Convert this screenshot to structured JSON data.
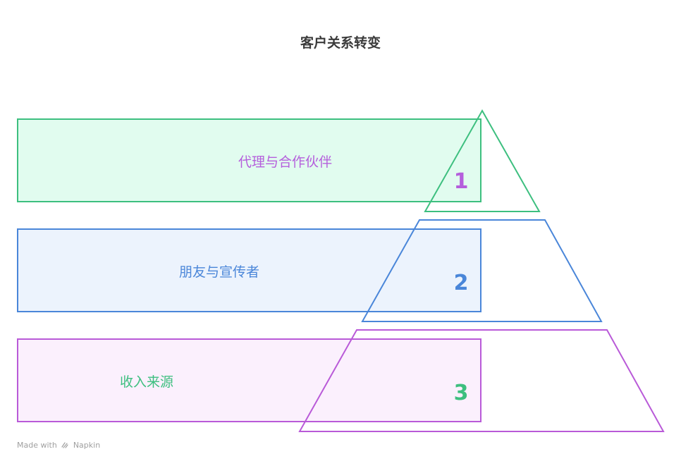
{
  "title": "客户关系转变",
  "levels": [
    {
      "label": "代理与合作伙伴",
      "number": "1",
      "color": "#3dbf7f",
      "fill": "#e1fcef",
      "label_color": "#b55fdc",
      "number_color": "#b55fdc"
    },
    {
      "label": "朋友与宣传者",
      "number": "2",
      "color": "#4a86d9",
      "fill": "#ecf3fd",
      "label_color": "#4a86d9",
      "number_color": "#4a86d9"
    },
    {
      "label": "收入来源",
      "number": "3",
      "color": "#b95ad8",
      "fill": "#fbf0fd",
      "label_color": "#3dbf7f",
      "number_color": "#3dbf7f"
    }
  ],
  "footer": {
    "made_with": "Made with",
    "brand": "Napkin",
    "logo_icon": "napkin-logo-icon"
  }
}
